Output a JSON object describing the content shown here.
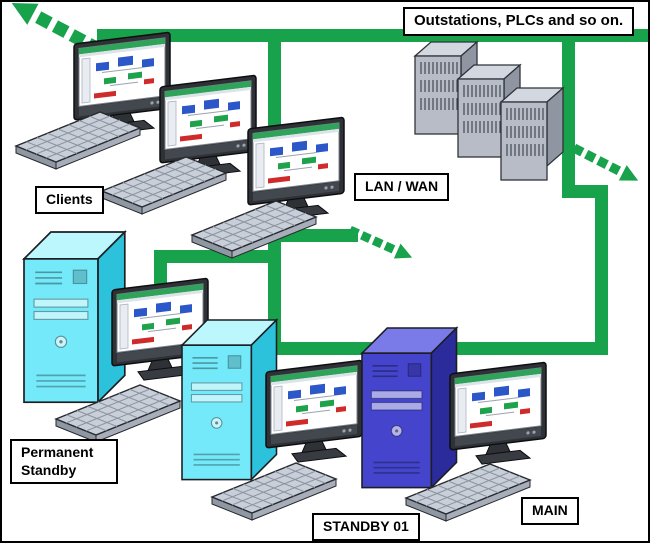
{
  "diagram": {
    "labels": {
      "outstations": "Outstations, PLCs and so on.",
      "clients": "Clients",
      "lan_wan": "LAN / WAN",
      "permanent_standby": "Permanent Standby",
      "standby_01": "STANDBY 01",
      "main": "MAIN"
    },
    "colors": {
      "network_green": "#17A24B",
      "tower_cyan": "#74E9F9",
      "tower_cyan_side": "#2DC2DC",
      "tower_cyan_top": "#BDF7FE",
      "tower_blue": "#4444CC",
      "tower_blue_side": "#2B2B9C",
      "tower_blue_top": "#7A7AE8",
      "cabinet_gray": "#B7BCC6",
      "label_border": "#000000",
      "label_background": "#FFFFFF"
    },
    "nodes": [
      {
        "id": "clients-group",
        "type": "client-workstations",
        "count": 3,
        "label": "Clients"
      },
      {
        "id": "outstations-group",
        "type": "plc-cabinets",
        "count": 3,
        "label": "Outstations, PLCs and so on."
      },
      {
        "id": "network-bus",
        "type": "lan-wan-bus",
        "label": "LAN / WAN"
      },
      {
        "id": "permanent-standby-server",
        "type": "server-with-workstation",
        "label": "Permanent Standby"
      },
      {
        "id": "standby-01-server",
        "type": "server-with-workstation",
        "label": "STANDBY 01"
      },
      {
        "id": "main-server",
        "type": "server-with-workstation",
        "label": "MAIN"
      }
    ]
  }
}
